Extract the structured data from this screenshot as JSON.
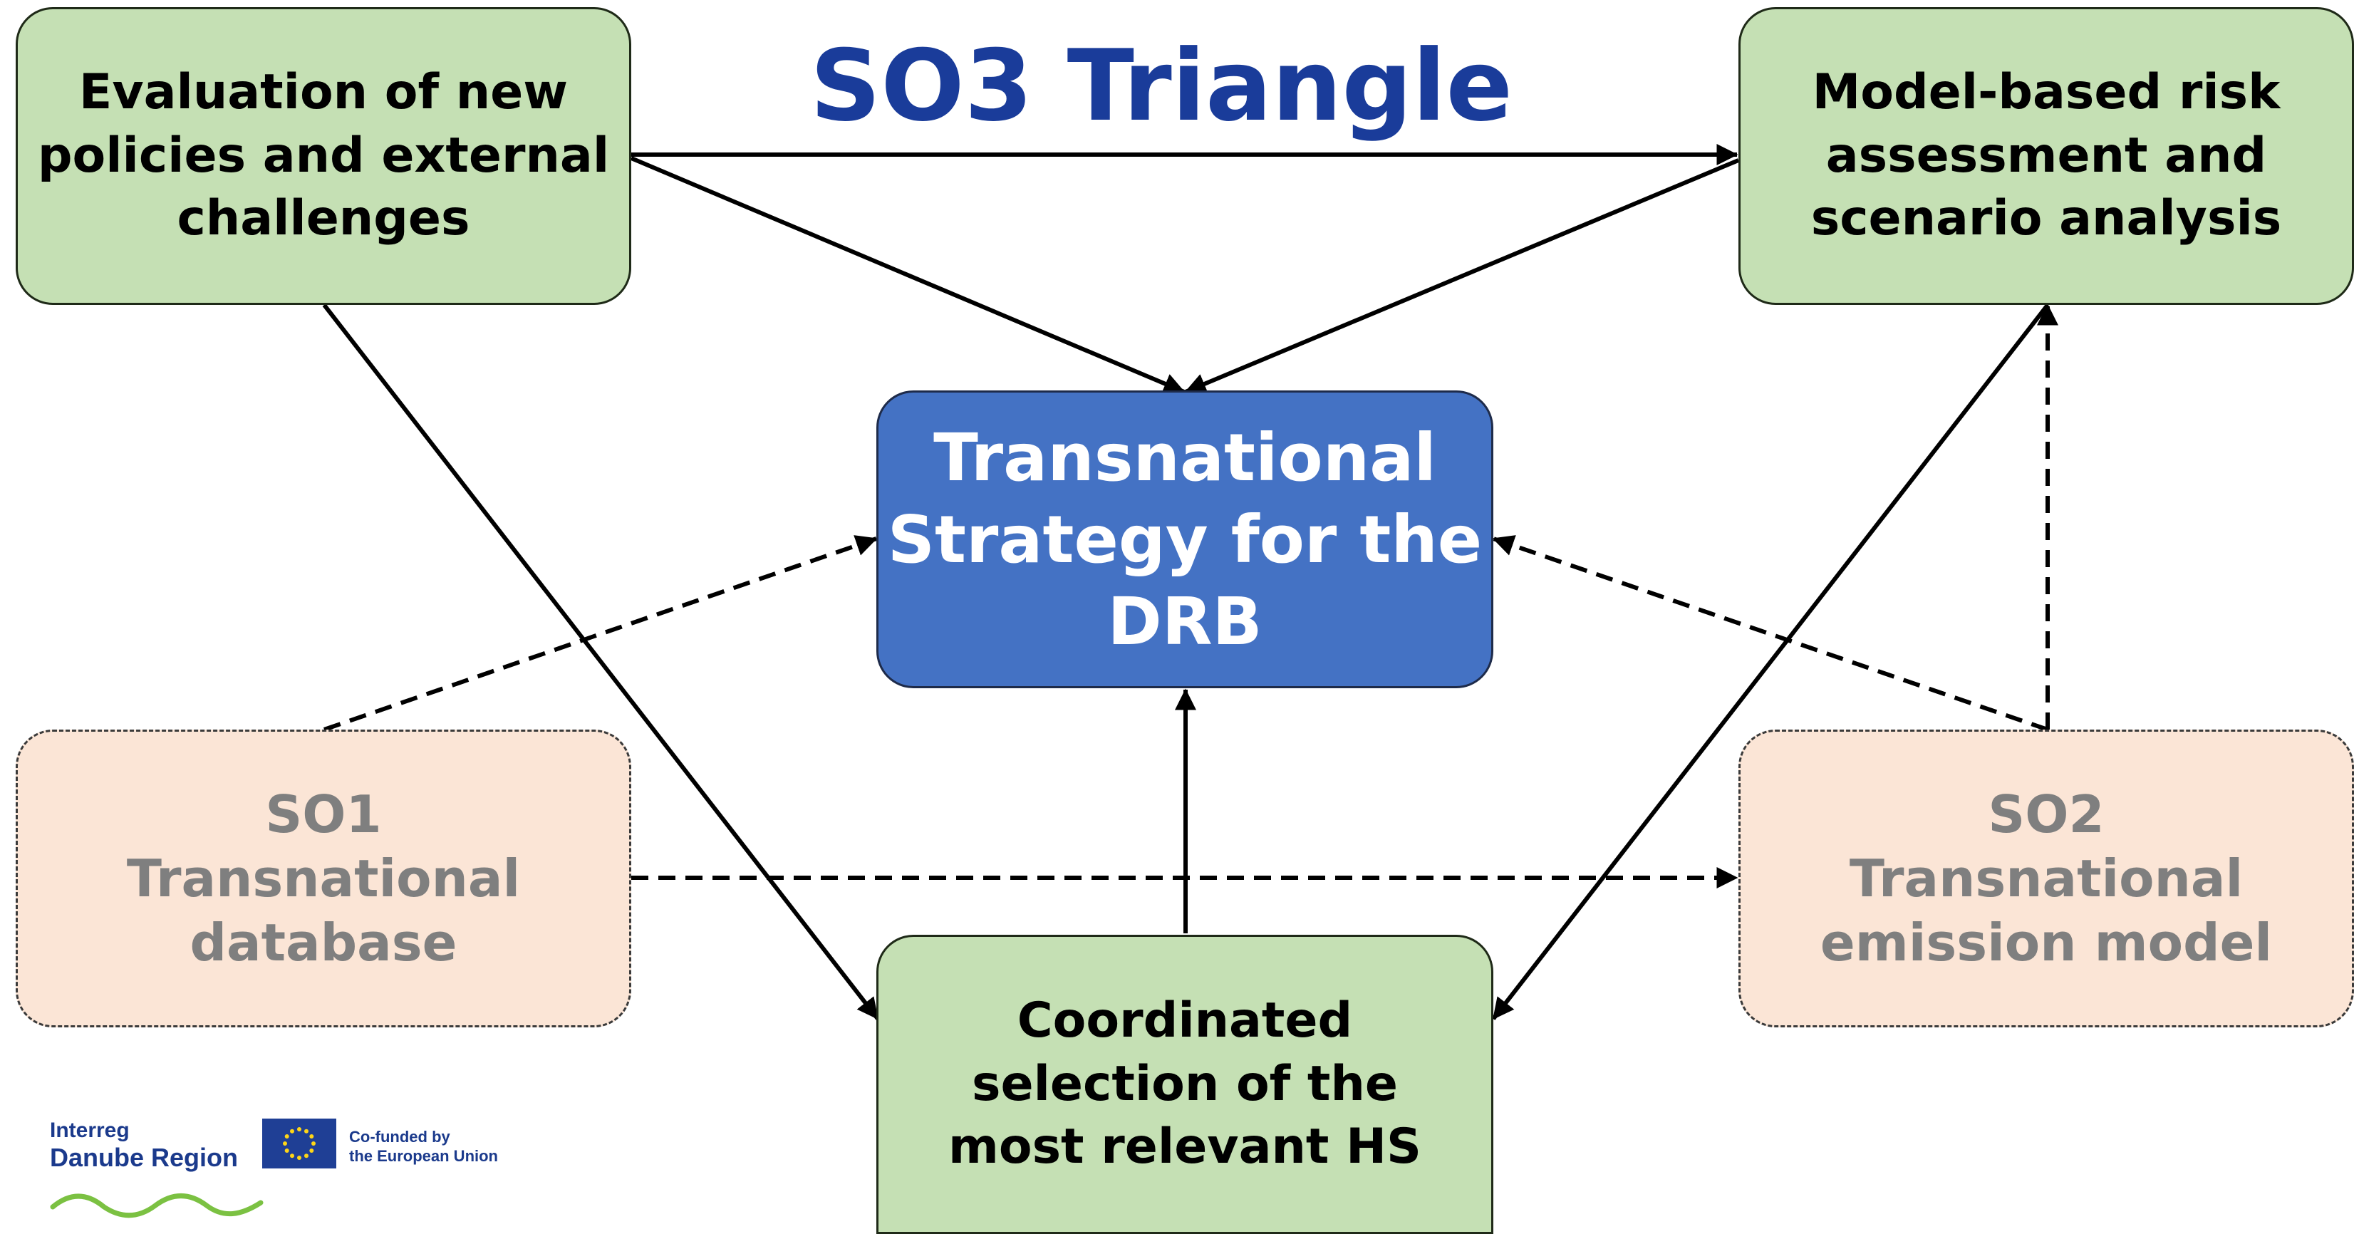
{
  "title": "SO3 Triangle",
  "boxes": {
    "evaluation": "Evaluation of new\npolicies and external\nchallenges",
    "model_based": "Model-based risk\nassessment and\nscenario analysis",
    "strategy": "Transnational\nStrategy for the\nDRB",
    "so1": "SO1\nTransnational\ndatabase",
    "so2": "SO2\nTransnational\nemission model",
    "coordinated": "Coordinated\nselection of the\nmost relevant HS"
  },
  "colors": {
    "green_box": "#c5e0b4",
    "blue_box": "#4472c4",
    "peach_box": "#fbe5d6",
    "title": "#1a3c9a",
    "arrow": "#000000"
  },
  "logos": {
    "interreg_line1": "Interreg",
    "interreg_line2": "Danube Region",
    "eu_line1": "Co-funded by",
    "eu_line2": "the European Union",
    "eu_flag_icon": "eu-flag-icon",
    "wave_icon": "green-wave-icon"
  }
}
